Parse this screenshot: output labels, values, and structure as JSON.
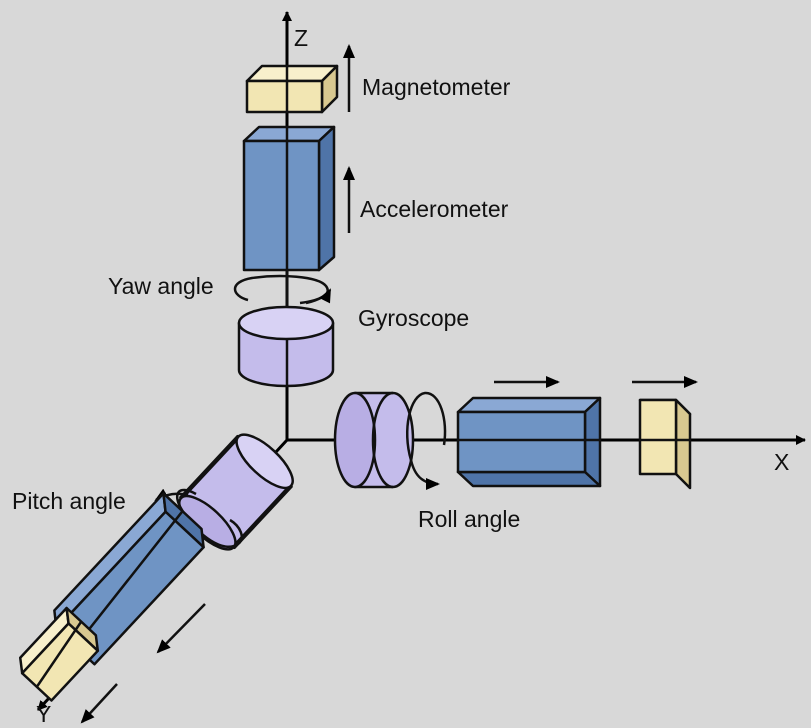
{
  "axes": {
    "x": "X",
    "y": "Y",
    "z": "Z"
  },
  "sensors": {
    "magnetometer": "Magnetometer",
    "accelerometer": "Accelerometer",
    "gyroscope": "Gyroscope"
  },
  "angles": {
    "yaw": "Yaw angle",
    "pitch": "Pitch angle",
    "roll": "Roll angle"
  },
  "colors": {
    "background": "#d8d8d8",
    "magnetometer": "#f2e6b3",
    "accelerometer": "#6f94c4",
    "gyroscope": "#c4bceb",
    "outline": "#111111"
  }
}
